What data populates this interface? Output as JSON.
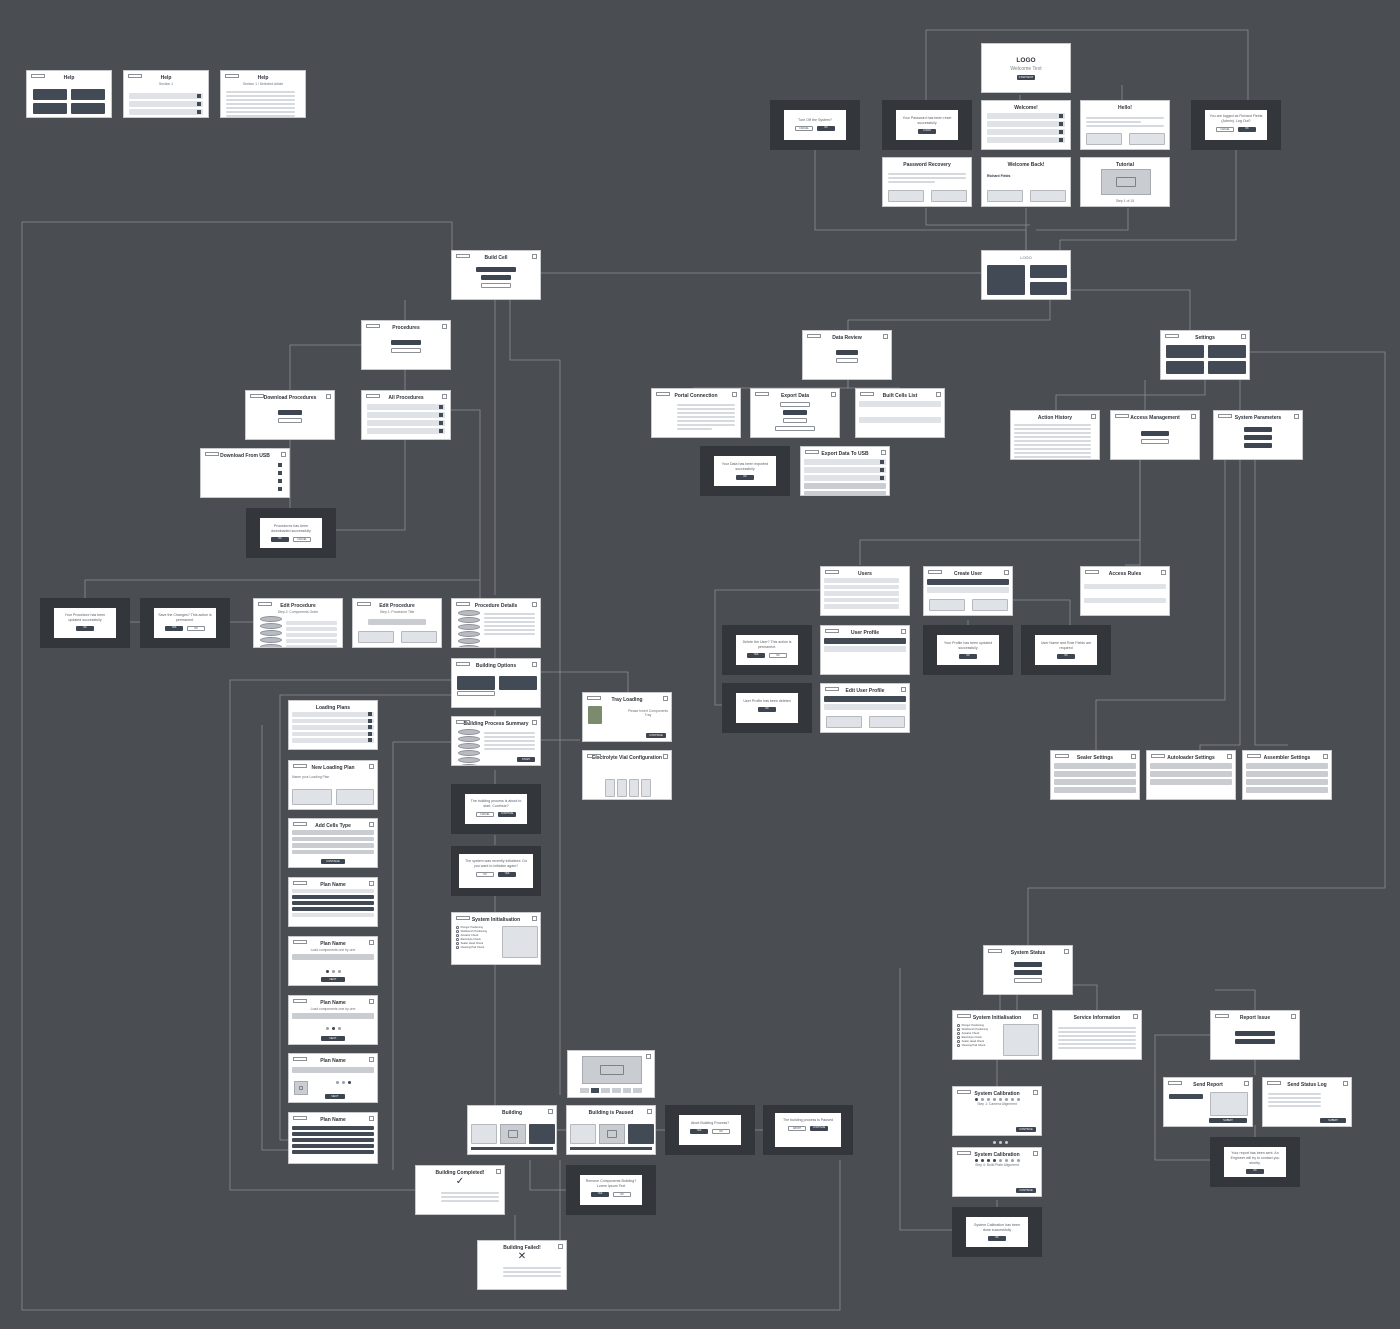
{
  "help": {
    "title": "Help",
    "section": "Section 1",
    "article": "Section 1 / Selected Article"
  },
  "logo_screen": {
    "logo": "LOGO",
    "welcome": "Welcome Text",
    "button": "START/EXIT"
  },
  "modals": {
    "turn_off": "Turn Off the System?",
    "password_reset": "Your Password has been reset successfully",
    "logged_as": "You are logged as Richard Fields (Admin). Log Out?",
    "data_exported": "Your Data has been exported successfully",
    "procedures_uploaded": "Procedures has been downloaded successfully",
    "procedure_updated": "Your Procedure has been updated successfully",
    "save_changes": "Save the Changes? This action is permanent.",
    "delete_user": "Delete the User? This action is permanent.",
    "profile_updated": "Your Profile has been updated successfully",
    "names_required": "User Name and Role Fields are required",
    "profile_deleted": "User Profile has been deleted",
    "process_about_to_start": "The building process is about to start. Continue?",
    "system_initialisation": "The system was recently initialized. Do you want to initialize again?",
    "abort_building": "Abort Building Process?",
    "building_paused": "The building process is Paused",
    "return_component": "Remove Components Building? Lorem Ipsum Text",
    "calibration_completed": "System Calibration has been done successfully",
    "report_sent": "Your report has been sent. An Engineer will try to contact you shortly."
  },
  "labels": {
    "ok": "OK",
    "cancel": "CANCEL",
    "yes": "YES",
    "no": "NO"
  },
  "frames": {
    "welcome": "Welcome!",
    "hello": "Hello!",
    "password_recovery": "Password Recovery",
    "welcome_back": "Welcome Back!",
    "welcome_back_user": "Richard Fields",
    "tutorial": "Tutorial",
    "tutorial_step": "Step 1 of 15",
    "main_logo": "LOGO",
    "build_cell": "Build Cell",
    "procedures": "Procedures",
    "download_procedures": "Download Procedures",
    "all_procedures": "All Procedures",
    "download_from_usb": "Download From USB",
    "data_review": "Data Review",
    "portal_connection": "Portal Connection",
    "export_data": "Export Data",
    "built_cells_list": "Built Cells List",
    "export_data_usb": "Export Data To USB",
    "settings": "Settings",
    "action_history": "Action History",
    "access_management": "Access Management",
    "system_parameters": "System Parameters",
    "edit_procedure": "Edit Procedure",
    "edit_step": "Step 2: Components Order",
    "edit_procedure_2": "Edit Procedure",
    "edit_step_2": "Step 1: Procedure Title",
    "procedure_details": "Procedure Details",
    "building_options": "Building Options",
    "building_process_summary": "Building Process Summary",
    "tray_loading": "Tray Loading",
    "tray_loading_msg": "Please Insert Components Tray",
    "electrolyte_vial": "Electrolyte Vial Configuration",
    "loading_plans": "Loading Plans",
    "new_loading_plan": "New Loading Plan",
    "new_loading_placeholder": "Name your Loading Plan",
    "add_cells_type": "Add Cells Type",
    "plan_name": "Plan Name",
    "plan_load": "Load components one by one",
    "users": "Users",
    "create_user": "Create User",
    "access_rules": "Access Rules",
    "user_profile": "User Profile",
    "edit_user_profile": "Edit User Profile",
    "sealer_settings": "Sealer Settings",
    "autoloader_settings": "Autoloader Settings",
    "assembler_settings": "Assembler Settings",
    "system_initialisation": "System Initialisation",
    "system_status": "System Status",
    "system_initialisation_2": "System Initialisation",
    "service_information": "Service Information",
    "report_issue": "Report Issue",
    "system_calibration": "System Calibration",
    "calibration_step_1": "Step 1: Camera Alignment",
    "system_calibration_2": "System Calibration",
    "calibration_step_2": "Step 4: Build Plate Alignment",
    "send_report": "Send Report",
    "send_status_log": "Send Status Log",
    "building": "Building",
    "building_paused": "Building is Paused",
    "building_completed": "Building Completed!",
    "building_failed": "Building Failed!"
  },
  "init_steps": [
    "Plunger Positioning",
    "Workbench Positioning",
    "Actuator Check",
    "Electrolyte Check",
    "Sealer Head Check",
    "Cleaning Pad Check"
  ],
  "buttons": {
    "start_exit": "START/EXIT",
    "login": "LOGIN",
    "next": "NEXT",
    "continue": "CONTINUE",
    "download": "DOWNLOAD",
    "save": "SAVE",
    "export": "EXPORT",
    "start": "START",
    "abort": "ABORT",
    "submit": "SUBMIT"
  }
}
